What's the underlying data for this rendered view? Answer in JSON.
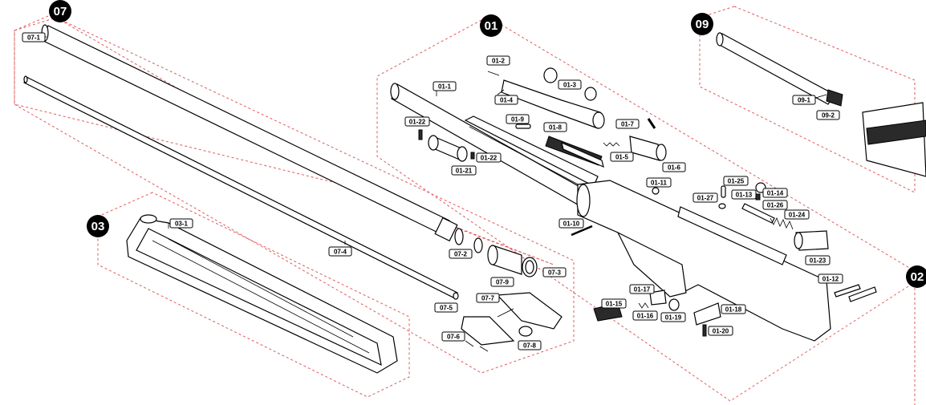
{
  "groups": {
    "g07": "07",
    "g01": "01",
    "g09": "09",
    "g03": "03",
    "g02": "02"
  },
  "labels": {
    "p07_1": "07-1",
    "p07_2": "07-2",
    "p07_3": "07-3",
    "p07_4": "07-4",
    "p07_5": "07-5",
    "p07_6": "07-6",
    "p07_7": "07-7",
    "p07_8": "07-8",
    "p07_9": "07-9",
    "p03_1": "03-1",
    "p01_1": "01-1",
    "p01_2": "01-2",
    "p01_3": "01-3",
    "p01_4": "01-4",
    "p01_5": "01-5",
    "p01_6": "01-6",
    "p01_7": "01-7",
    "p01_8": "01-8",
    "p01_9": "01-9",
    "p01_10": "01-10",
    "p01_11": "01-11",
    "p01_12": "01-12",
    "p01_13": "01-13",
    "p01_14": "01-14",
    "p01_15": "01-15",
    "p01_16": "01-16",
    "p01_17": "01-17",
    "p01_18": "01-18",
    "p01_19": "01-19",
    "p01_20": "01-20",
    "p01_21": "01-21",
    "p01_22a": "01-22",
    "p01_22b": "01-22",
    "p01_23": "01-23",
    "p01_24": "01-24",
    "p01_25": "01-25",
    "p01_26": "01-26",
    "p01_27": "01-27",
    "p09_1": "09-1",
    "p09_2": "09-2"
  },
  "colors": {
    "group_boundary": "#e05a5a",
    "badge": "#000000"
  }
}
